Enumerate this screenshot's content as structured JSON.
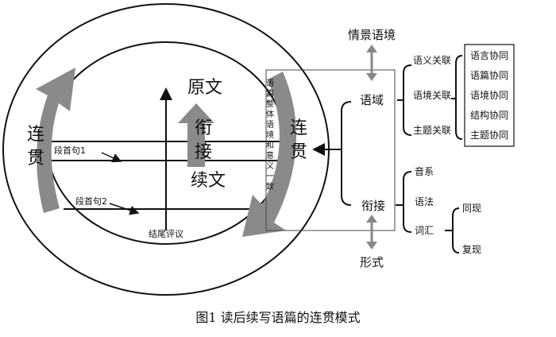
{
  "diagram": {
    "circle": {
      "outer_left_label": [
        "连",
        "贯"
      ],
      "outer_right_label": [
        "连",
        "贯"
      ],
      "original_text": "原文",
      "cohesion": [
        "衔",
        "接"
      ],
      "continuation_text": "续文",
      "para_first_1": "段首句1",
      "para_first_2": "段首句2",
      "ending_comment": "结尾评议",
      "vertical_note": [
        "语",
        "篇",
        "整",
        "体",
        "语",
        "境",
        "和",
        "意",
        "义",
        "一",
        "致"
      ]
    },
    "right_tree": {
      "context": "情景语境",
      "domain": "语域",
      "cohesion": "衔接",
      "form": "形式",
      "domain_children": [
        "语义关联",
        "语境关联",
        "主题关联"
      ],
      "synergy_box": [
        "语言协同",
        "语篇协同",
        "语境协同",
        "结构协同",
        "主题协同"
      ],
      "cohesion_children": [
        "音系",
        "语法",
        "词汇"
      ],
      "lexis_children": [
        "同现",
        "复现"
      ]
    },
    "caption": "图1   读后续写语篇的连贯模式"
  }
}
